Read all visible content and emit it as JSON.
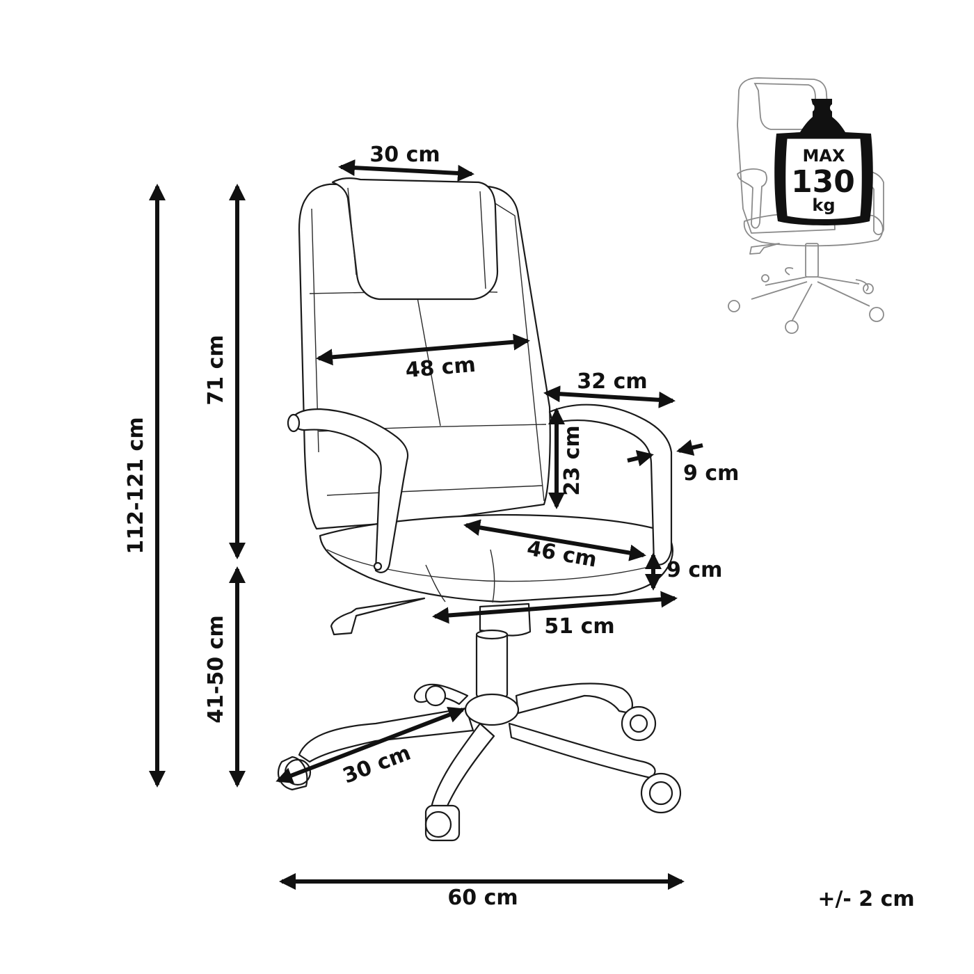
{
  "dimensions": {
    "total_height": "112-121 cm",
    "backrest_height": "71 cm",
    "seat_height": "41-50 cm",
    "headrest_width": "30 cm",
    "backrest_width": "48 cm",
    "armrest_length": "32 cm",
    "lumbar_height": "23 cm",
    "armrest_width": "9 cm",
    "seat_depth": "46 cm",
    "seat_thickness": "9 cm",
    "seat_width": "51 cm",
    "leg_length": "30 cm",
    "base_width": "60 cm"
  },
  "tolerance": "+/- 2 cm",
  "max_load": {
    "prefix": "MAX",
    "value": "130",
    "unit": "kg"
  },
  "colors": {
    "line": "#1a1a1a",
    "arrow": "#111111",
    "inset_line": "#8a8a8a",
    "weight_body": "#111111",
    "background": "#ffffff"
  }
}
